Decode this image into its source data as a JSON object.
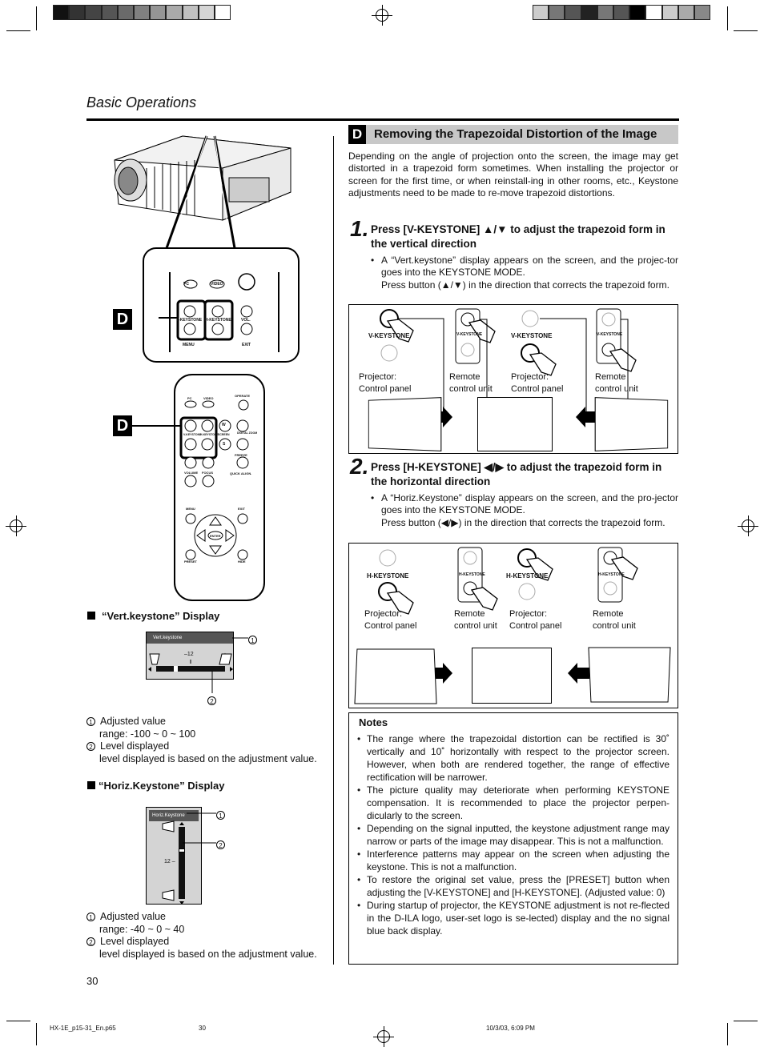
{
  "page": {
    "title": "Basic Operations",
    "page_number": "30",
    "footer_file": "HX-1E_p15-31_En.p65",
    "footer_page": "30",
    "footer_date": "10/3/03, 6:09 PM"
  },
  "section": {
    "letter": "D",
    "title": "Removing the Trapezoidal Distortion of the Image",
    "intro": "Depending on the angle of projection onto the screen, the image may get distorted in a trapezoid form sometimes. When installing the projector or screen for the first time, or when reinstall-ing in other rooms, etc., Keystone adjustments need to be made to re-move trapezoid distortions."
  },
  "step1": {
    "number": "1.",
    "heading": "Press [V-KEYSTONE] ▲/▼ to adjust the trapezoid form in the vertical direction",
    "bullet": "A “Vert.keystone” display appears on the screen, and the projec-tor goes into the KEYSTONE MODE.",
    "bullet2": "Press button (▲/▼) in the direction that corrects the trapezoid form.",
    "fig_labels": {
      "vk1": "V-KEYSTONE",
      "vk2": "V-KEYSTONE",
      "vk3": "V-KEYSTONE",
      "vk4": "V-KEYSTONE",
      "cap1": "Projector: Control panel",
      "cap2": "Remote control unit",
      "cap3": "Projector: Control panel",
      "cap4": "Remote control unit"
    }
  },
  "step2": {
    "number": "2.",
    "heading": "Press [H-KEYSTONE] ◀/▶ to adjust the trapezoid form in the horizontal direction",
    "bullet": "A “Horiz.Keystone” display appears on the screen, and the pro-jector goes into the KEYSTONE MODE.",
    "bullet2": "Press button (◀/▶) in the direction that corrects the trapezoid form.",
    "fig_labels": {
      "hk1": "H-KEYSTONE",
      "hk2": "H-KEYSTONE",
      "hk3": "H-KEYSTONE",
      "hk4": "H-KEYSTONE",
      "cap1": "Projector: Control panel",
      "cap2": "Remote control unit",
      "cap3": "Projector: Control panel",
      "cap4": "Remote control unit"
    }
  },
  "notes": {
    "title": "Notes",
    "items": [
      "The range where the trapezoidal distortion can be rectified is 30˚ vertically and 10˚ horizontally with respect to the projector screen. However, when both are rendered together, the range of effective rectification will be narrower.",
      "The picture quality may deteriorate when performing KEYSTONE compensation. It is recommended to place the projector perpen-dicularly to the screen.",
      "Depending on the signal inputted, the keystone adjustment range may narrow or parts of the image may disappear. This is not a malfunction.",
      "Interference patterns may appear on the screen when adjusting the keystone. This is not a malfunction.",
      "To restore the original set value, press the [PRESET] button when adjusting the [V-KEYSTONE] and [H-KEYSTONE]. (Adjusted value: 0)",
      "During startup of projector, the KEYSTONE adjustment is not re-flected in the D-ILA logo, user-set logo is se-lected) display and the no signal blue back display."
    ]
  },
  "left": {
    "panel_labels": {
      "pc": "PC",
      "video": "VIDEO",
      "vkey": "V-KEYSTONE",
      "hkey": "H-KEYSTONE",
      "vol": "VOL.",
      "menu": "MENU",
      "exit": "EXIT"
    },
    "remote_labels": {
      "pc": "PC",
      "video": "VIDEO",
      "operate": "OPERATE",
      "vkey": "V-KEYSTONE",
      "hkey": "H-KEYSTONE",
      "screen": "SCREEN",
      "digital_zoom": "DIGITAL ZOOM",
      "freeze": "FREEZE",
      "volume": "VOLUME",
      "focus": "FOCUS",
      "quick_align": "QUICK ALIGN.",
      "menu": "MENU",
      "exit": "EXIT",
      "enter": "ENTER",
      "preset": "PRESET",
      "hide": "HIDE",
      "w": "W",
      "s": "S"
    },
    "d_label1": "D",
    "d_label2": "D",
    "vert": {
      "heading": "“Vert.keystone” Display",
      "osd_title": "Vert.keystone",
      "osd_value": "–12",
      "level": 0.25,
      "c1": "1",
      "c2": "2",
      "legend1": "Adjusted value",
      "range": "range:  -100 ~ 0 ~ 100",
      "legend2": "Level displayed",
      "legend2b": "level displayed is based on the adjustment value."
    },
    "horiz": {
      "heading": "“Horiz.Keystone” Display",
      "osd_title": "Horiz.Keystone",
      "osd_value": "12 –",
      "level": 0.3,
      "c1": "1",
      "c2": "2",
      "legend1": "Adjusted value",
      "range": "range:  -40 ~ 0 ~ 40",
      "legend2": "Level displayed",
      "legend2b": "level displayed is based on the adjustment value."
    }
  },
  "colors": {
    "section_bar": "#c8c8c8",
    "swatches_left": [
      "#111111",
      "#333333",
      "#444444",
      "#555555",
      "#6a6a6a",
      "#808080",
      "#959595",
      "#aaaaaa",
      "#c0c0c0",
      "#d5d5d5",
      "#ffffff"
    ],
    "swatches_right": [
      "#cccccc",
      "#777777",
      "#555555",
      "#222222",
      "#777777",
      "#555555",
      "#000000",
      "#ffffff",
      "#cccccc",
      "#aaaaaa",
      "#888888"
    ]
  }
}
